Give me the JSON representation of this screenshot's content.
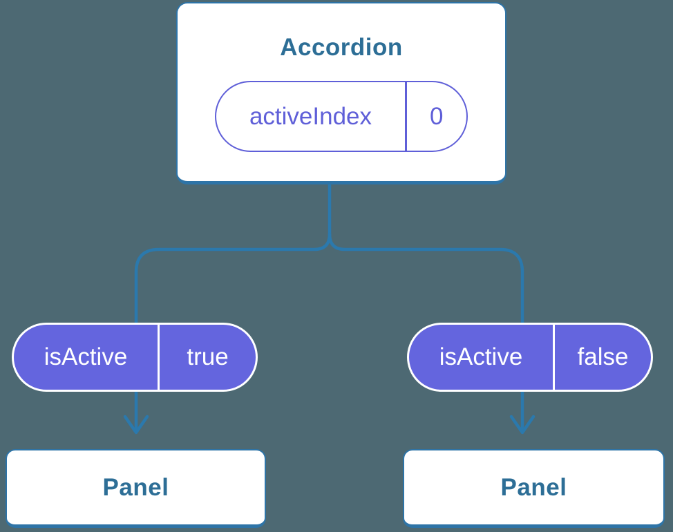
{
  "colors": {
    "background": "#4d6973",
    "card_border": "#2e74a7",
    "connector": "#2b79ad",
    "title_color": "#2d6e96",
    "purple_fill": "#6465de",
    "purple_border": "#5f5fd8",
    "purple_text": "#5f5fd8",
    "pill_text": "#ffffff"
  },
  "tree": {
    "root": {
      "title": "Accordion",
      "state": {
        "name": "activeIndex",
        "value": "0"
      }
    },
    "children": [
      {
        "prop": {
          "name": "isActive",
          "value": "true"
        },
        "component": "Panel"
      },
      {
        "prop": {
          "name": "isActive",
          "value": "false"
        },
        "component": "Panel"
      }
    ]
  }
}
